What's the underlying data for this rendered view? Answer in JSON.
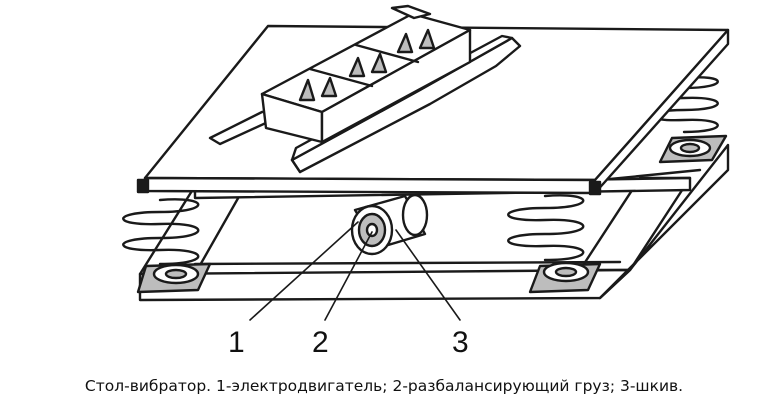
{
  "figure": {
    "caption": "Стол-вибратор. 1-электродвигатель; 2-разбалансирующий груз; 3-шкив.",
    "parts": [
      {
        "number": "1",
        "name": "электродвигатель"
      },
      {
        "number": "2",
        "name": "разбалансирующий груз"
      },
      {
        "number": "3",
        "name": "шкив"
      }
    ],
    "colors": {
      "line": "#1a1a1a",
      "fill": "#ffffff",
      "shade": "#bdbdbd"
    }
  }
}
